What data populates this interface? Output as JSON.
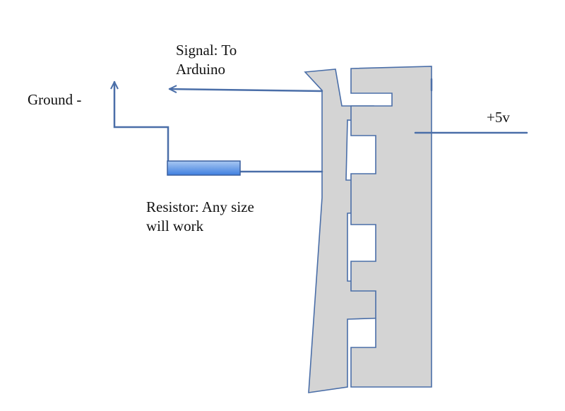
{
  "labels": {
    "signal_line1": "Signal: To",
    "signal_line2": "Arduino",
    "ground": "Ground -",
    "plus5v": "+5v",
    "resistor_line1": "Resistor: Any size",
    "resistor_line2": "will work"
  },
  "colors": {
    "wire": "#4a6ea8",
    "plate_fill": "#d4d4d4",
    "plate_stroke": "#4a6ea8",
    "resistor_top": "#a9c8f2",
    "resistor_bottom": "#3f7fe0",
    "resistor_stroke": "#3a5f9e"
  }
}
